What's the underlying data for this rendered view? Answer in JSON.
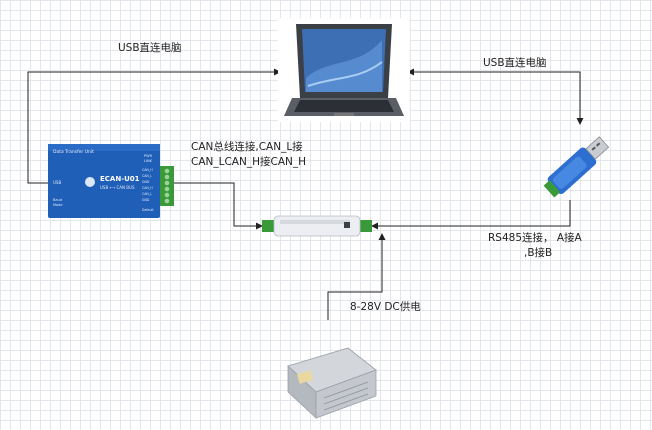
{
  "labels": {
    "usb_left": "USB直连电脑",
    "usb_right": "USB直连电脑",
    "can_line1": "CAN总线连接,CAN_L接",
    "can_line2": "CAN_LCAN_H接CAN_H",
    "rs485_line1": "RS485连接， A接A",
    "rs485_line2": ",B接B",
    "power": "8-28V DC供电"
  },
  "devices": {
    "ecan_header": "Data Transfer Unit",
    "ecan_model": "ECAN-U01",
    "ecan_sub": "USB ⟷ CAN BUS",
    "ecan_usb": "USB",
    "ecan_pins": [
      "CAN_H",
      "CAN_L",
      "GND",
      "CAN_H",
      "CAN_L",
      "GND"
    ],
    "ecan_side": [
      "PWR",
      "LINK"
    ],
    "ecan_left_small": [
      "Baud",
      "Mode"
    ],
    "ecan_bottom_right": "Default"
  },
  "colors": {
    "ecan_blue": "#1f5fb8",
    "terminal_green": "#3a9a3a",
    "connector_line": "#222222"
  }
}
